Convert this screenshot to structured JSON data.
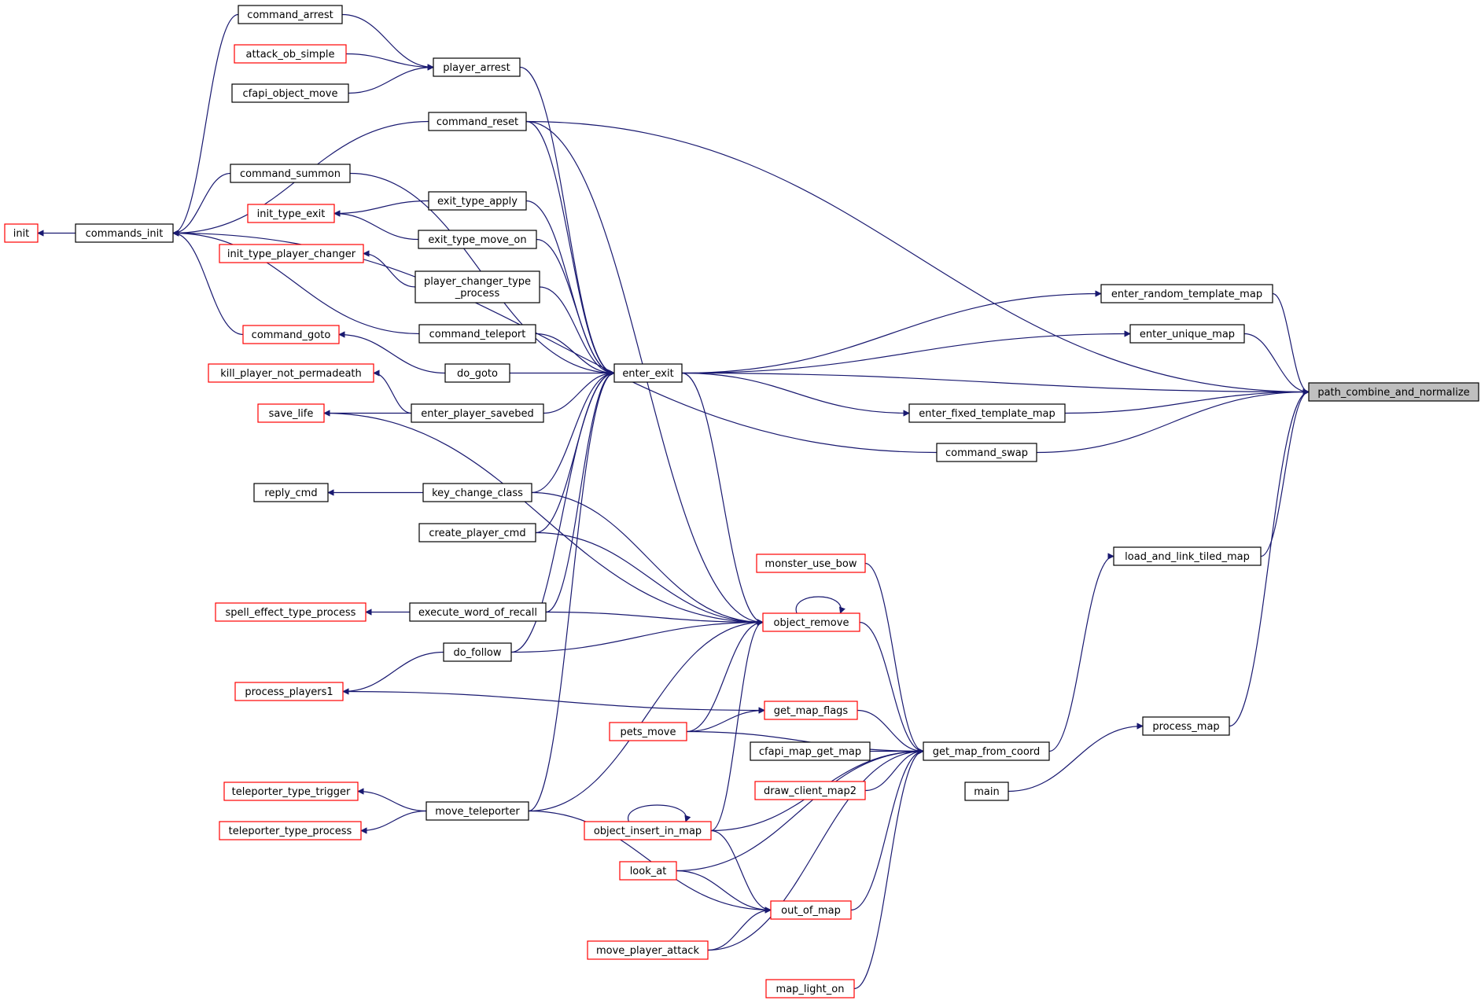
{
  "colors": {
    "edge": "#191970",
    "linked_node": "#000000",
    "truncated_node": "#ff0000",
    "root_fill": "#bfbfbf"
  },
  "nodes": [
    {
      "id": "command_arrest",
      "label": "command_arrest",
      "style": "black"
    },
    {
      "id": "attack_ob_simple",
      "label": "attack_ob_simple",
      "style": "red"
    },
    {
      "id": "player_arrest",
      "label": "player_arrest",
      "style": "black"
    },
    {
      "id": "cfapi_object_move",
      "label": "cfapi_object_move",
      "style": "black"
    },
    {
      "id": "command_reset",
      "label": "command_reset",
      "style": "black"
    },
    {
      "id": "command_summon",
      "label": "command_summon",
      "style": "black"
    },
    {
      "id": "exit_type_apply",
      "label": "exit_type_apply",
      "style": "black"
    },
    {
      "id": "init_type_exit",
      "label": "init_type_exit",
      "style": "red"
    },
    {
      "id": "init",
      "label": "init",
      "style": "red"
    },
    {
      "id": "commands_init",
      "label": "commands_init",
      "style": "black"
    },
    {
      "id": "exit_type_move_on",
      "label": "exit_type_move_on",
      "style": "black"
    },
    {
      "id": "init_type_player_changer",
      "label": "init_type_player_changer",
      "style": "red"
    },
    {
      "id": "player_changer_type_process",
      "label": "player_changer_type\n_process",
      "style": "black"
    },
    {
      "id": "enter_random_template_map",
      "label": "enter_random_template_map",
      "style": "black"
    },
    {
      "id": "command_teleport",
      "label": "command_teleport",
      "style": "black"
    },
    {
      "id": "command_goto",
      "label": "command_goto",
      "style": "red"
    },
    {
      "id": "enter_unique_map",
      "label": "enter_unique_map",
      "style": "black"
    },
    {
      "id": "do_goto",
      "label": "do_goto",
      "style": "black"
    },
    {
      "id": "enter_exit",
      "label": "enter_exit",
      "style": "black"
    },
    {
      "id": "kill_player_not_permadeath",
      "label": "kill_player_not_permadeath",
      "style": "red"
    },
    {
      "id": "path_combine_and_normalize",
      "label": "path_combine_and_normalize",
      "style": "root"
    },
    {
      "id": "save_life",
      "label": "save_life",
      "style": "red"
    },
    {
      "id": "enter_player_savebed",
      "label": "enter_player_savebed",
      "style": "black"
    },
    {
      "id": "enter_fixed_template_map",
      "label": "enter_fixed_template_map",
      "style": "black"
    },
    {
      "id": "command_swap",
      "label": "command_swap",
      "style": "black"
    },
    {
      "id": "reply_cmd",
      "label": "reply_cmd",
      "style": "black"
    },
    {
      "id": "key_change_class",
      "label": "key_change_class",
      "style": "black"
    },
    {
      "id": "create_player_cmd",
      "label": "create_player_cmd",
      "style": "black"
    },
    {
      "id": "load_and_link_tiled_map",
      "label": "load_and_link_tiled_map",
      "style": "black"
    },
    {
      "id": "monster_use_bow",
      "label": "monster_use_bow",
      "style": "red"
    },
    {
      "id": "spell_effect_type_process",
      "label": "spell_effect_type_process",
      "style": "red"
    },
    {
      "id": "execute_word_of_recall",
      "label": "execute_word_of_recall",
      "style": "black"
    },
    {
      "id": "object_remove",
      "label": "object_remove",
      "style": "red"
    },
    {
      "id": "do_follow",
      "label": "do_follow",
      "style": "black"
    },
    {
      "id": "process_players1",
      "label": "process_players1",
      "style": "red"
    },
    {
      "id": "get_map_flags",
      "label": "get_map_flags",
      "style": "red"
    },
    {
      "id": "pets_move",
      "label": "pets_move",
      "style": "red"
    },
    {
      "id": "process_map",
      "label": "process_map",
      "style": "black"
    },
    {
      "id": "cfapi_map_get_map",
      "label": "cfapi_map_get_map",
      "style": "black"
    },
    {
      "id": "get_map_from_coord",
      "label": "get_map_from_coord",
      "style": "black"
    },
    {
      "id": "draw_client_map2",
      "label": "draw_client_map2",
      "style": "red"
    },
    {
      "id": "main",
      "label": "main",
      "style": "black"
    },
    {
      "id": "teleporter_type_trigger",
      "label": "teleporter_type_trigger",
      "style": "red"
    },
    {
      "id": "move_teleporter",
      "label": "move_teleporter",
      "style": "black"
    },
    {
      "id": "teleporter_type_process",
      "label": "teleporter_type_process",
      "style": "red"
    },
    {
      "id": "object_insert_in_map",
      "label": "object_insert_in_map",
      "style": "red"
    },
    {
      "id": "look_at",
      "label": "look_at",
      "style": "red"
    },
    {
      "id": "out_of_map",
      "label": "out_of_map",
      "style": "red"
    },
    {
      "id": "move_player_attack",
      "label": "move_player_attack",
      "style": "red"
    },
    {
      "id": "map_light_on",
      "label": "map_light_on",
      "style": "red"
    }
  ],
  "edges": [
    {
      "from": "command_arrest",
      "to": "commands_init"
    },
    {
      "from": "command_arrest",
      "to": "player_arrest"
    },
    {
      "from": "attack_ob_simple",
      "to": "player_arrest"
    },
    {
      "from": "cfapi_object_move",
      "to": "player_arrest"
    },
    {
      "from": "player_arrest",
      "to": "enter_exit"
    },
    {
      "from": "command_reset",
      "to": "commands_init"
    },
    {
      "from": "command_reset",
      "to": "enter_exit"
    },
    {
      "from": "command_reset",
      "to": "path_combine_and_normalize"
    },
    {
      "from": "command_reset",
      "to": "object_remove"
    },
    {
      "from": "command_summon",
      "to": "commands_init"
    },
    {
      "from": "command_summon",
      "to": "enter_exit"
    },
    {
      "from": "exit_type_apply",
      "to": "init_type_exit"
    },
    {
      "from": "exit_type_apply",
      "to": "enter_exit"
    },
    {
      "from": "exit_type_move_on",
      "to": "init_type_exit"
    },
    {
      "from": "exit_type_move_on",
      "to": "enter_exit"
    },
    {
      "from": "commands_init",
      "to": "init"
    },
    {
      "from": "player_changer_type_process",
      "to": "init_type_player_changer"
    },
    {
      "from": "player_changer_type_process",
      "to": "enter_exit"
    },
    {
      "from": "command_teleport",
      "to": "commands_init"
    },
    {
      "from": "command_teleport",
      "to": "enter_exit"
    },
    {
      "from": "command_goto",
      "to": "commands_init"
    },
    {
      "from": "do_goto",
      "to": "command_goto"
    },
    {
      "from": "do_goto",
      "to": "enter_exit"
    },
    {
      "from": "enter_player_savebed",
      "to": "kill_player_not_permadeath"
    },
    {
      "from": "enter_player_savebed",
      "to": "save_life"
    },
    {
      "from": "enter_player_savebed",
      "to": "enter_exit"
    },
    {
      "from": "command_swap",
      "to": "commands_init"
    },
    {
      "from": "command_swap",
      "to": "path_combine_and_normalize"
    },
    {
      "from": "key_change_class",
      "to": "reply_cmd"
    },
    {
      "from": "key_change_class",
      "to": "enter_exit"
    },
    {
      "from": "key_change_class",
      "to": "object_remove"
    },
    {
      "from": "create_player_cmd",
      "to": "enter_exit"
    },
    {
      "from": "create_player_cmd",
      "to": "object_remove"
    },
    {
      "from": "execute_word_of_recall",
      "to": "spell_effect_type_process"
    },
    {
      "from": "execute_word_of_recall",
      "to": "enter_exit"
    },
    {
      "from": "execute_word_of_recall",
      "to": "object_remove"
    },
    {
      "from": "do_follow",
      "to": "process_players1"
    },
    {
      "from": "do_follow",
      "to": "enter_exit"
    },
    {
      "from": "do_follow",
      "to": "object_remove"
    },
    {
      "from": "move_teleporter",
      "to": "teleporter_type_trigger"
    },
    {
      "from": "move_teleporter",
      "to": "teleporter_type_process"
    },
    {
      "from": "move_teleporter",
      "to": "enter_exit"
    },
    {
      "from": "move_teleporter",
      "to": "object_remove"
    },
    {
      "from": "move_teleporter",
      "to": "out_of_map"
    },
    {
      "from": "enter_exit",
      "to": "enter_random_template_map"
    },
    {
      "from": "enter_exit",
      "to": "enter_unique_map"
    },
    {
      "from": "enter_exit",
      "to": "path_combine_and_normalize"
    },
    {
      "from": "enter_exit",
      "to": "enter_fixed_template_map"
    },
    {
      "from": "enter_exit",
      "to": "object_remove"
    },
    {
      "from": "enter_random_template_map",
      "to": "path_combine_and_normalize"
    },
    {
      "from": "enter_unique_map",
      "to": "path_combine_and_normalize"
    },
    {
      "from": "enter_fixed_template_map",
      "to": "path_combine_and_normalize"
    },
    {
      "from": "load_and_link_tiled_map",
      "to": "path_combine_and_normalize"
    },
    {
      "from": "process_map",
      "to": "path_combine_and_normalize"
    },
    {
      "from": "get_map_from_coord",
      "to": "load_and_link_tiled_map"
    },
    {
      "from": "main",
      "to": "process_map"
    },
    {
      "from": "save_life",
      "to": "object_remove"
    },
    {
      "from": "object_remove",
      "to": "object_remove"
    },
    {
      "from": "object_remove",
      "to": "get_map_from_coord"
    },
    {
      "from": "pets_move",
      "to": "object_remove"
    },
    {
      "from": "object_insert_in_map",
      "to": "object_remove"
    },
    {
      "from": "object_insert_in_map",
      "to": "object_insert_in_map"
    },
    {
      "from": "pets_move",
      "to": "get_map_flags"
    },
    {
      "from": "process_players1",
      "to": "get_map_flags"
    },
    {
      "from": "get_map_flags",
      "to": "get_map_from_coord"
    },
    {
      "from": "pets_move",
      "to": "get_map_from_coord"
    },
    {
      "from": "monster_use_bow",
      "to": "get_map_from_coord"
    },
    {
      "from": "cfapi_map_get_map",
      "to": "get_map_from_coord"
    },
    {
      "from": "draw_client_map2",
      "to": "get_map_from_coord"
    },
    {
      "from": "object_insert_in_map",
      "to": "get_map_from_coord"
    },
    {
      "from": "object_insert_in_map",
      "to": "out_of_map"
    },
    {
      "from": "look_at",
      "to": "get_map_from_coord"
    },
    {
      "from": "look_at",
      "to": "out_of_map"
    },
    {
      "from": "out_of_map",
      "to": "get_map_from_coord"
    },
    {
      "from": "move_player_attack",
      "to": "out_of_map"
    },
    {
      "from": "move_player_attack",
      "to": "get_map_from_coord"
    },
    {
      "from": "map_light_on",
      "to": "get_map_from_coord"
    }
  ]
}
